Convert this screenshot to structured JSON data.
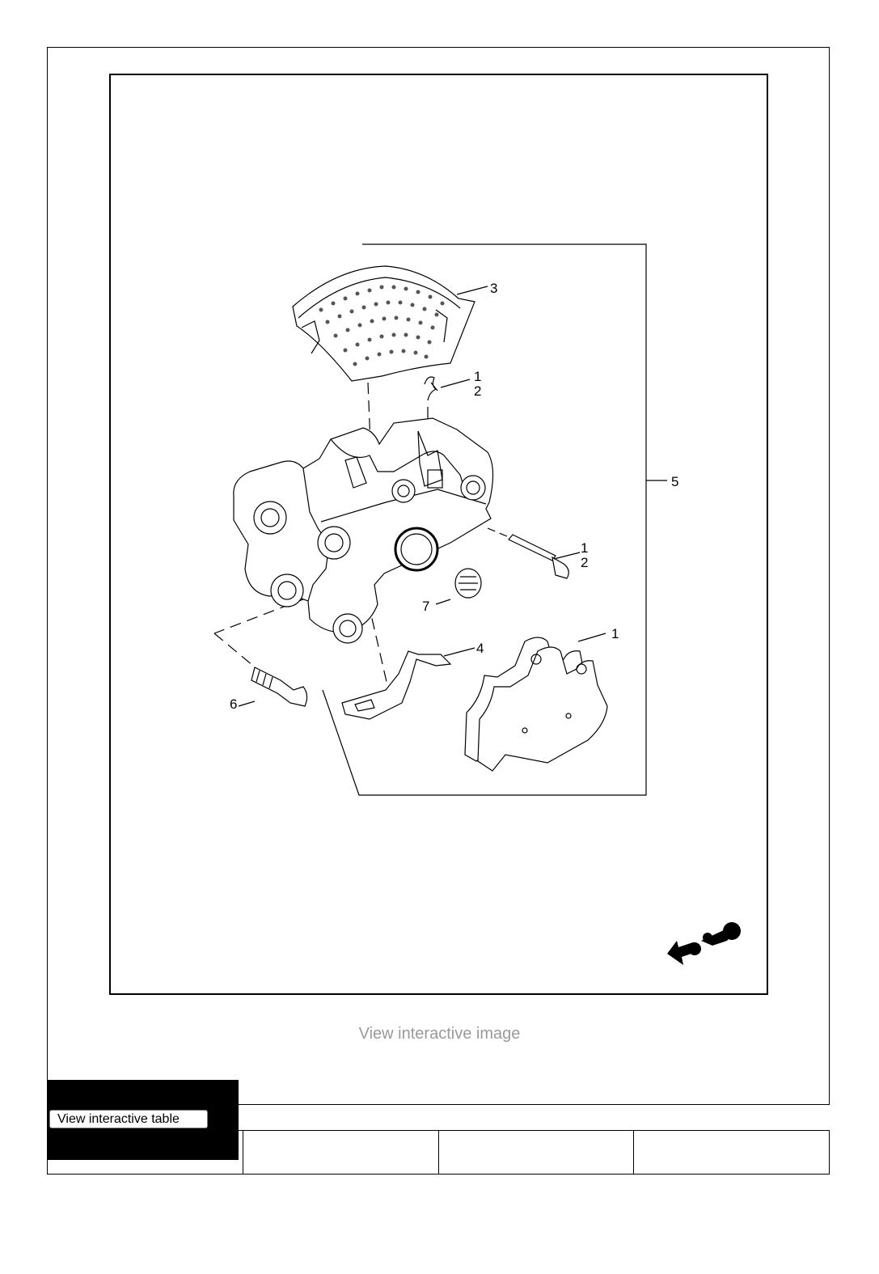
{
  "diagram": {
    "callouts": {
      "c1a": "1",
      "c2a": "2",
      "c3": "3",
      "c5": "5",
      "c1b": "1",
      "c2b": "2",
      "c7": "7",
      "c4": "4",
      "c1c": "1",
      "c6": "6"
    },
    "icons": [
      "motorcycle-direction-icon"
    ]
  },
  "links": {
    "view_image": "View interactive image",
    "view_table": "View interactive table"
  },
  "table": {
    "columns": 4
  }
}
